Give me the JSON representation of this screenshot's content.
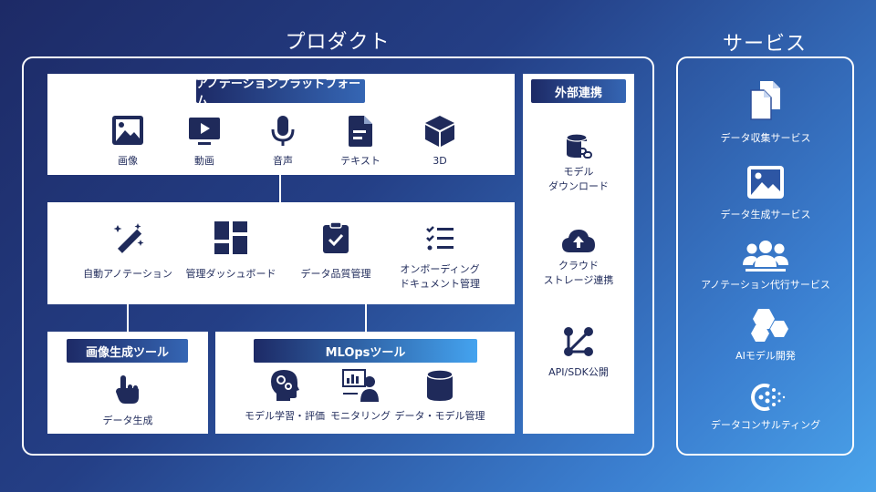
{
  "titles": {
    "product": "プロダクト",
    "service": "サービス"
  },
  "platform": {
    "title": "アノテーションプラットフォーム",
    "items": [
      {
        "label": "画像",
        "icon": "image-icon"
      },
      {
        "label": "動画",
        "icon": "video-icon"
      },
      {
        "label": "音声",
        "icon": "microphone-icon"
      },
      {
        "label": "テキスト",
        "icon": "document-icon"
      },
      {
        "label": "3D",
        "icon": "cube-icon"
      }
    ]
  },
  "features": {
    "items": [
      {
        "label": "自動アノテーション",
        "icon": "magic-wand-icon"
      },
      {
        "label": "管理ダッシュボード",
        "icon": "dashboard-icon"
      },
      {
        "label": "データ品質管理",
        "icon": "clipboard-check-icon"
      },
      {
        "label": "オンボーディング\nドキュメント管理",
        "icon": "checklist-icon"
      }
    ]
  },
  "image_gen": {
    "title": "画像生成ツール",
    "items": [
      {
        "label": "データ生成",
        "icon": "hand-pointer-icon"
      }
    ]
  },
  "mlops": {
    "title": "MLOpsツール",
    "items": [
      {
        "label": "モデル学習・評価",
        "icon": "head-gears-icon"
      },
      {
        "label": "モニタリング",
        "icon": "monitoring-icon"
      },
      {
        "label": "データ・モデル管理",
        "icon": "database-icon"
      }
    ]
  },
  "external": {
    "title": "外部連携",
    "items": [
      {
        "label": "モデル\nダウンロード",
        "icon": "database-link-icon"
      },
      {
        "label": "クラウド\nストレージ連携",
        "icon": "cloud-upload-icon"
      },
      {
        "label": "API/SDK公開",
        "icon": "share-nodes-icon"
      }
    ]
  },
  "services": {
    "items": [
      {
        "label": "データ収集サービス",
        "icon": "copy-files-icon"
      },
      {
        "label": "データ生成サービス",
        "icon": "image-icon"
      },
      {
        "label": "アノテーション代行サービス",
        "icon": "people-group-icon"
      },
      {
        "label": "AIモデル開発",
        "icon": "hexagons-icon"
      },
      {
        "label": "データコンサルティング",
        "icon": "consulting-icon"
      }
    ]
  },
  "colors": {
    "navy": "#1d2a66",
    "accent": "#4aa3ea",
    "white": "#ffffff"
  }
}
